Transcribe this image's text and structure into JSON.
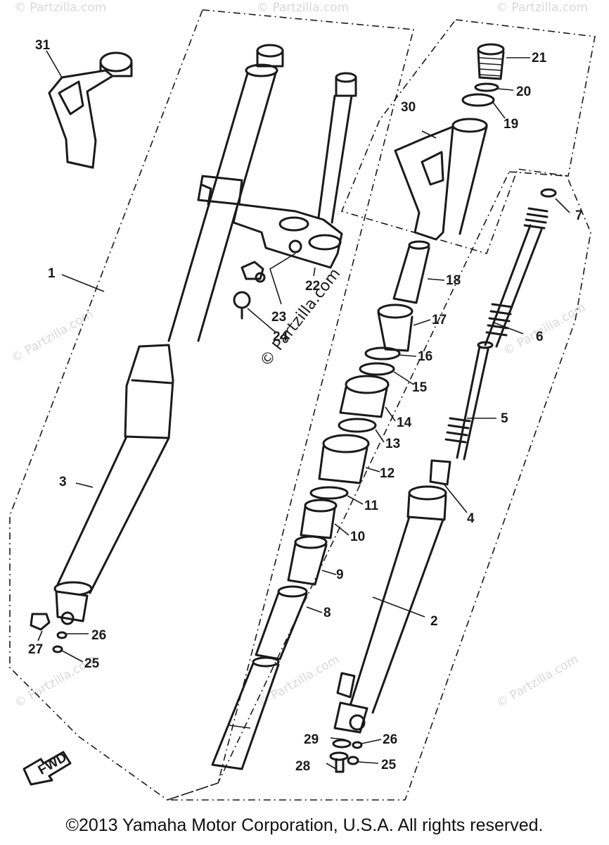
{
  "callouts": {
    "c1": "1",
    "c2": "2",
    "c3": "3",
    "c4": "4",
    "c5": "5",
    "c6": "6",
    "c7": "7",
    "c8": "8",
    "c9": "9",
    "c10": "10",
    "c11": "11",
    "c12": "12",
    "c13": "13",
    "c14": "14",
    "c15": "15",
    "c16": "16",
    "c17": "17",
    "c18": "18",
    "c19": "19",
    "c20": "20",
    "c21": "21",
    "c22": "22",
    "c23": "23",
    "c24": "24",
    "c25a": "25",
    "c25b": "25",
    "c26a": "26",
    "c26b": "26",
    "c27": "27",
    "c28": "28",
    "c29": "29",
    "c30": "30",
    "c31": "31"
  },
  "fwd_label": "FWD",
  "watermark_center": "© Partzilla.com",
  "watermark_faint": "© Partzilla.com",
  "copyright": "©2013  Yamaha Motor Corporation, U.S.A. All rights reserved."
}
